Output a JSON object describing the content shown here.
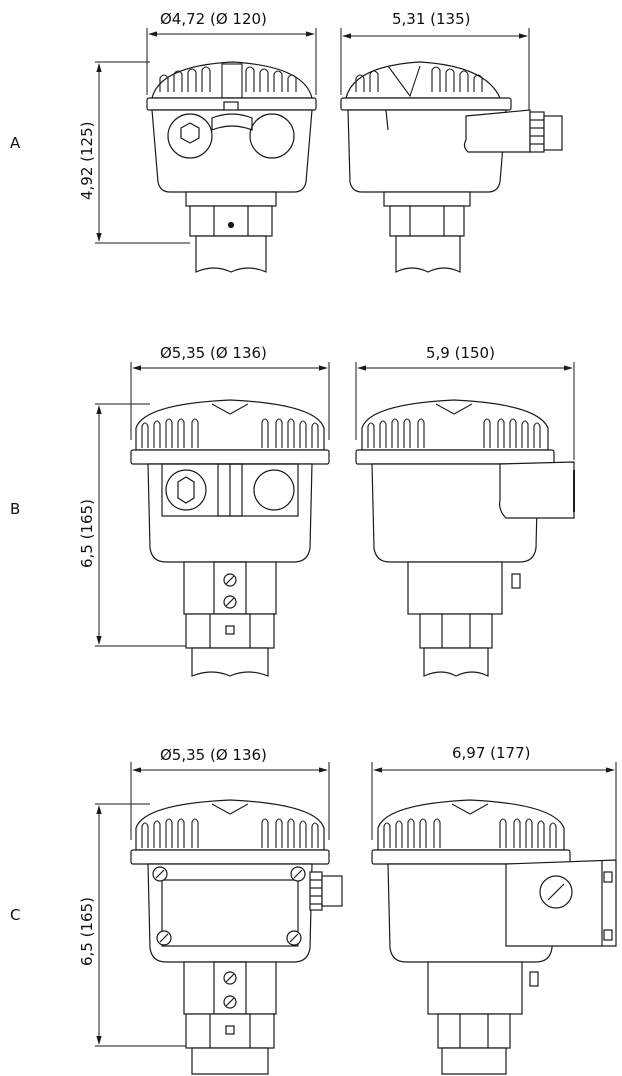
{
  "rows": [
    {
      "label": "A",
      "front_width": "Ø4,72 (Ø 120)",
      "side_width": "5,31 (135)",
      "height": "4,92 (125)"
    },
    {
      "label": "B",
      "front_width": "Ø5,35 (Ø 136)",
      "side_width": "5,9 (150)",
      "height": "6,5 (165)"
    },
    {
      "label": "C",
      "front_width": "Ø5,35 (Ø 136)",
      "side_width": "6,97 (177)",
      "height": "6,5 (165)"
    }
  ],
  "colors": {
    "line": "#1a1a1a",
    "fill": "#ffffff",
    "shade": "#f2f2f2"
  }
}
